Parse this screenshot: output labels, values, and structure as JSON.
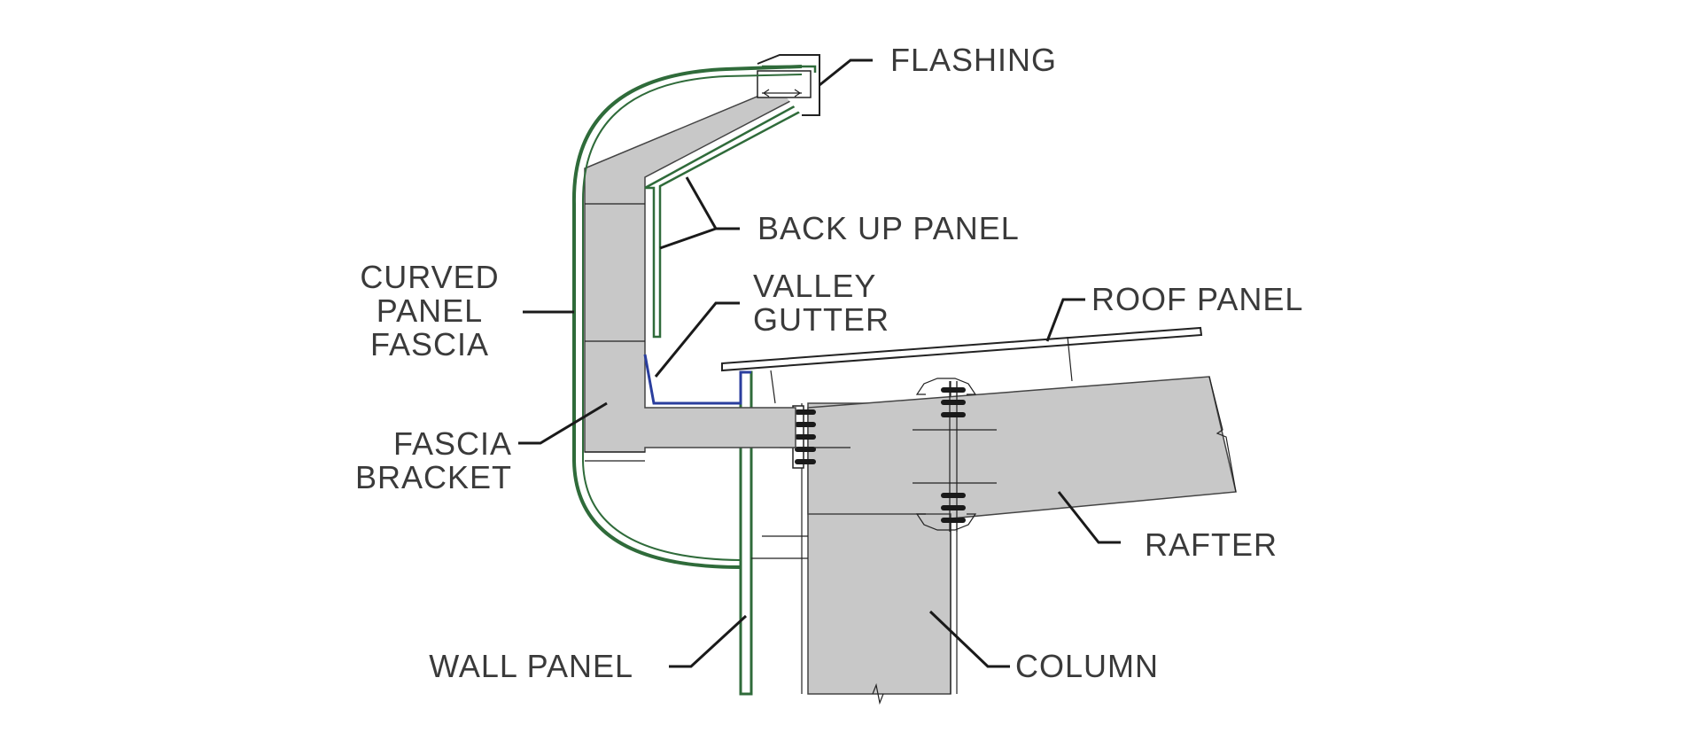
{
  "colors": {
    "steel_fill": "#c8c8c8",
    "panel_green": "#2f6b3a",
    "gutter_blue": "#2a3e9e",
    "label_text": "#3a3a3a"
  },
  "labels": {
    "flashing": "FLASHING",
    "back_up_panel": "BACK UP PANEL",
    "curved_panel_fascia": [
      "CURVED",
      "PANEL",
      "FASCIA"
    ],
    "valley_gutter": [
      "VALLEY",
      "GUTTER"
    ],
    "roof_panel": "ROOF PANEL",
    "fascia_bracket": [
      "FASCIA",
      "BRACKET"
    ],
    "rafter": "RAFTER",
    "wall_panel": "WALL PANEL",
    "column": "COLUMN"
  }
}
